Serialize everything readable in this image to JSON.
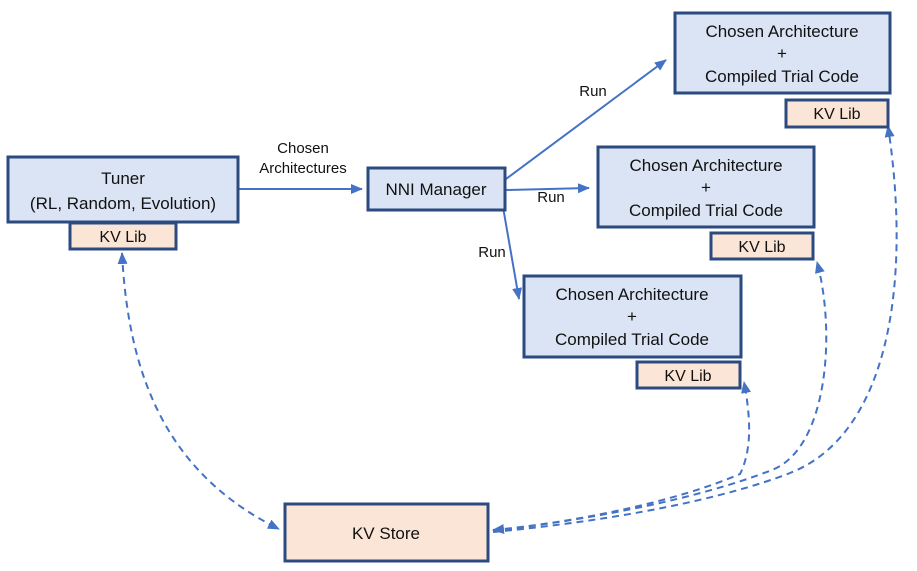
{
  "diagram": {
    "tuner": {
      "title": "Tuner",
      "subtitle": "(RL, Random, Evolution)",
      "kv_lib": "KV Lib"
    },
    "nni_manager": {
      "label": "NNI Manager"
    },
    "edge_labels": {
      "chosen_line1": "Chosen",
      "chosen_line2": "Architectures",
      "run_top": "Run",
      "run_mid": "Run",
      "run_bottom": "Run"
    },
    "trials": [
      {
        "line1": "Chosen Architecture",
        "line2": "+",
        "line3": "Compiled Trial Code",
        "kv_lib": "KV Lib"
      },
      {
        "line1": "Chosen Architecture",
        "line2": "+",
        "line3": "Compiled Trial Code",
        "kv_lib": "KV Lib"
      },
      {
        "line1": "Chosen Architecture",
        "line2": "+",
        "line3": "Compiled Trial Code",
        "kv_lib": "KV Lib"
      }
    ],
    "kv_store": {
      "label": "KV Store"
    },
    "colors": {
      "box_border": "#2b4a80",
      "blue_fill": "#dbe4f4",
      "peach_fill": "#fbe5d6",
      "arrow_blue": "#4472c4",
      "text": "#111111"
    }
  }
}
